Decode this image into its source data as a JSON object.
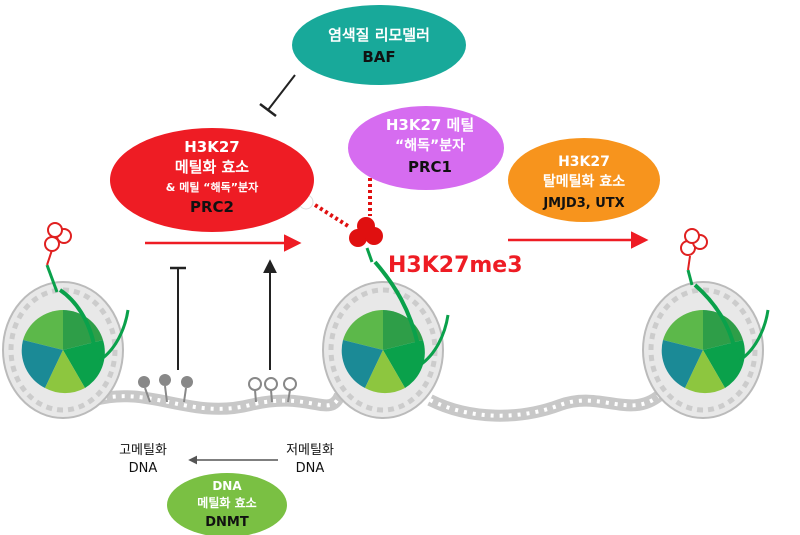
{
  "baf": {
    "line1": "염색질 리모델러",
    "line2": "BAF"
  },
  "prc2": {
    "line1": "H3K27",
    "line2": "메틸화 효소",
    "line3": "& 메틸 “해독”분자",
    "line4": "PRC2"
  },
  "prc1": {
    "line1": "H3K27 메틸",
    "line2": "“해독”분자",
    "line3": "PRC1"
  },
  "demethylase": {
    "line1": "H3K27",
    "line2": "탈메틸화 효소",
    "line3": "JMJD3, UTX"
  },
  "mark_label": "H3K27me3",
  "hyper_dna": {
    "line1": "고메틸화",
    "line2": "DNA"
  },
  "hypo_dna": {
    "line1": "저메틸화",
    "line2": "DNA"
  },
  "dnmt": {
    "line1": "DNA",
    "line2": "메틸화 효소",
    "line3": "DNMT"
  },
  "colors": {
    "baf_fill": "#18a99a",
    "prc2_fill": "#ee1c24",
    "prc1_fill": "#d66cf0",
    "demethylase_fill": "#f7941d",
    "dnmt_fill": "#7ac043",
    "arrow_red": "#ee1c24",
    "histone_teal": "#1b8a96",
    "histone_green": "#2e9e48",
    "histone_light": "#8dc63f",
    "histone_bright": "#0aa14b"
  }
}
